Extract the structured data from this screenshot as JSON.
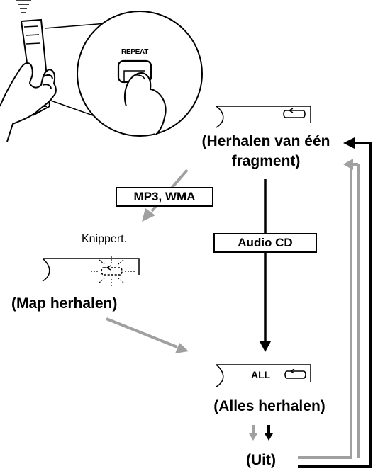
{
  "remote": {
    "button_label": "REPEAT"
  },
  "modes": {
    "repeat_one": {
      "line1": "(Herhalen van één",
      "line2": "fragment)"
    },
    "folder": {
      "blink_text": "Knippert.",
      "caption": "(Map herhalen)"
    },
    "all": {
      "display_text": "ALL",
      "caption": "(Alles herhalen)"
    },
    "off": {
      "caption": "(Uit)"
    }
  },
  "paths": {
    "mp3_wma": "MP3, WMA",
    "audio_cd": "Audio CD"
  },
  "colors": {
    "gray_path": "#a0a0a0",
    "black_path": "#000000"
  },
  "icons": {
    "repeat": "repeat-icon",
    "hand": "hand-icon",
    "remote": "remote-control-icon"
  }
}
